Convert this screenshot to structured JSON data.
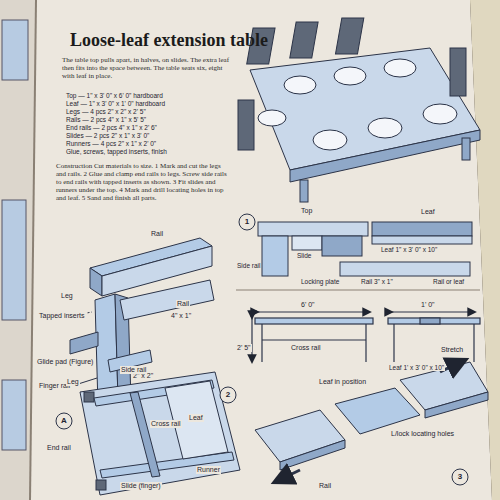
{
  "diagram": {
    "title": "Loose-leaf extension table",
    "labels": [
      "The table top pulls apart, in halves, on slides. The extra leaf then fits into the space between. The table seats six, eight with leaf in place.",
      "Top — 1\" x 3' 0\" x 6' 0\" hardboard",
      "Leaf — 1\" x 3' 0\" x 1' 0\" hardboard",
      "Legs — 4 pcs 2\" x 2\" x 2' 5\"",
      "Rails — 2 pcs 4\" x 1\" x 5' 5\"",
      "End rails — 2 pcs 4\" x 1\" x 2' 6\"",
      "Slides — 2 pcs 2\" x 1\" x 3' 0\"",
      "Runners — 4 pcs 2\" x 1\" x 2' 0\"",
      "Glue, screws, tapped inserts, finish",
      "Construction Cut materials to size. 1 Mark and cut the legs and rails. 2 Glue and clamp end rails to legs. Screw side rails to end rails with tapped inserts as shown. 3 Fit slides and runners under the top. 4 Mark and drill locating holes in top and leaf. 5 Sand and finish all parts.",
      "A",
      "Rail",
      "Leg",
      "Tapped inserts",
      "Glide pad (Figure)",
      "Finger rail",
      "Rail",
      "4\" x 1\"",
      "2\" x 2\"",
      "1",
      "Top",
      "Leaf",
      "Side rail",
      "Slide",
      "Locking plate",
      "Leaf 1\" x 3' 0\" x 10\"",
      "Rail 3\" x 1\"",
      "Rail or leaf",
      "6' 0\"",
      "1' 0\"",
      "2' 5\"",
      "Cross rail",
      "Leaf 1' x 3' 0\" x 10\"",
      "2",
      "Leg",
      "Side rail",
      "End rail",
      "Cross rail",
      "Leaf",
      "Slide (finger)",
      "Runner",
      "3",
      "Leaf in position",
      "Stretch",
      "Rail",
      "L/lock locating holes"
    ]
  }
}
